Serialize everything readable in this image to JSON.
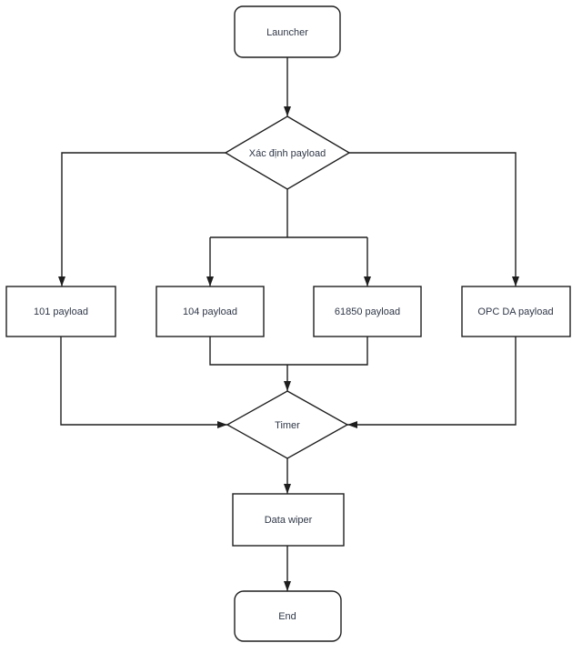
{
  "flowchart": {
    "background_color": "#ffffff",
    "stroke_color": "#1e1e1e",
    "text_color": "#2f3747",
    "nodes": {
      "launcher": {
        "label": "Launcher",
        "shape": "terminator"
      },
      "decide_payload": {
        "label": "Xác định payload",
        "shape": "decision"
      },
      "payload_101": {
        "label": "101 payload",
        "shape": "process"
      },
      "payload_104": {
        "label": "104 payload",
        "shape": "process"
      },
      "payload_61850": {
        "label": "61850 payload",
        "shape": "process"
      },
      "payload_opcda": {
        "label": "OPC DA payload",
        "shape": "process"
      },
      "timer": {
        "label": "Timer",
        "shape": "decision"
      },
      "data_wiper": {
        "label": "Data wiper",
        "shape": "process"
      },
      "end": {
        "label": "End",
        "shape": "terminator"
      }
    },
    "edges": [
      {
        "from": "launcher",
        "to": "decide_payload"
      },
      {
        "from": "decide_payload",
        "to": "payload_101"
      },
      {
        "from": "decide_payload",
        "to": "payload_104"
      },
      {
        "from": "decide_payload",
        "to": "payload_61850"
      },
      {
        "from": "decide_payload",
        "to": "payload_opcda"
      },
      {
        "from": "payload_101",
        "to": "timer"
      },
      {
        "from": "payload_104",
        "to": "timer"
      },
      {
        "from": "payload_61850",
        "to": "timer"
      },
      {
        "from": "payload_opcda",
        "to": "timer"
      },
      {
        "from": "timer",
        "to": "data_wiper"
      },
      {
        "from": "data_wiper",
        "to": "end"
      }
    ]
  }
}
